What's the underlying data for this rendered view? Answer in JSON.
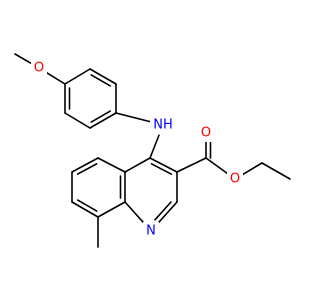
{
  "colors": {
    "background": "#ffffff",
    "carbon": "#000000",
    "oxygen": "#ff0000",
    "nitrogen": "#0000ff"
  },
  "labels": {
    "methoxy_o": "O",
    "amine": "NH",
    "carbonyl_o": "O",
    "ester_o": "O",
    "ring_n": "N"
  }
}
